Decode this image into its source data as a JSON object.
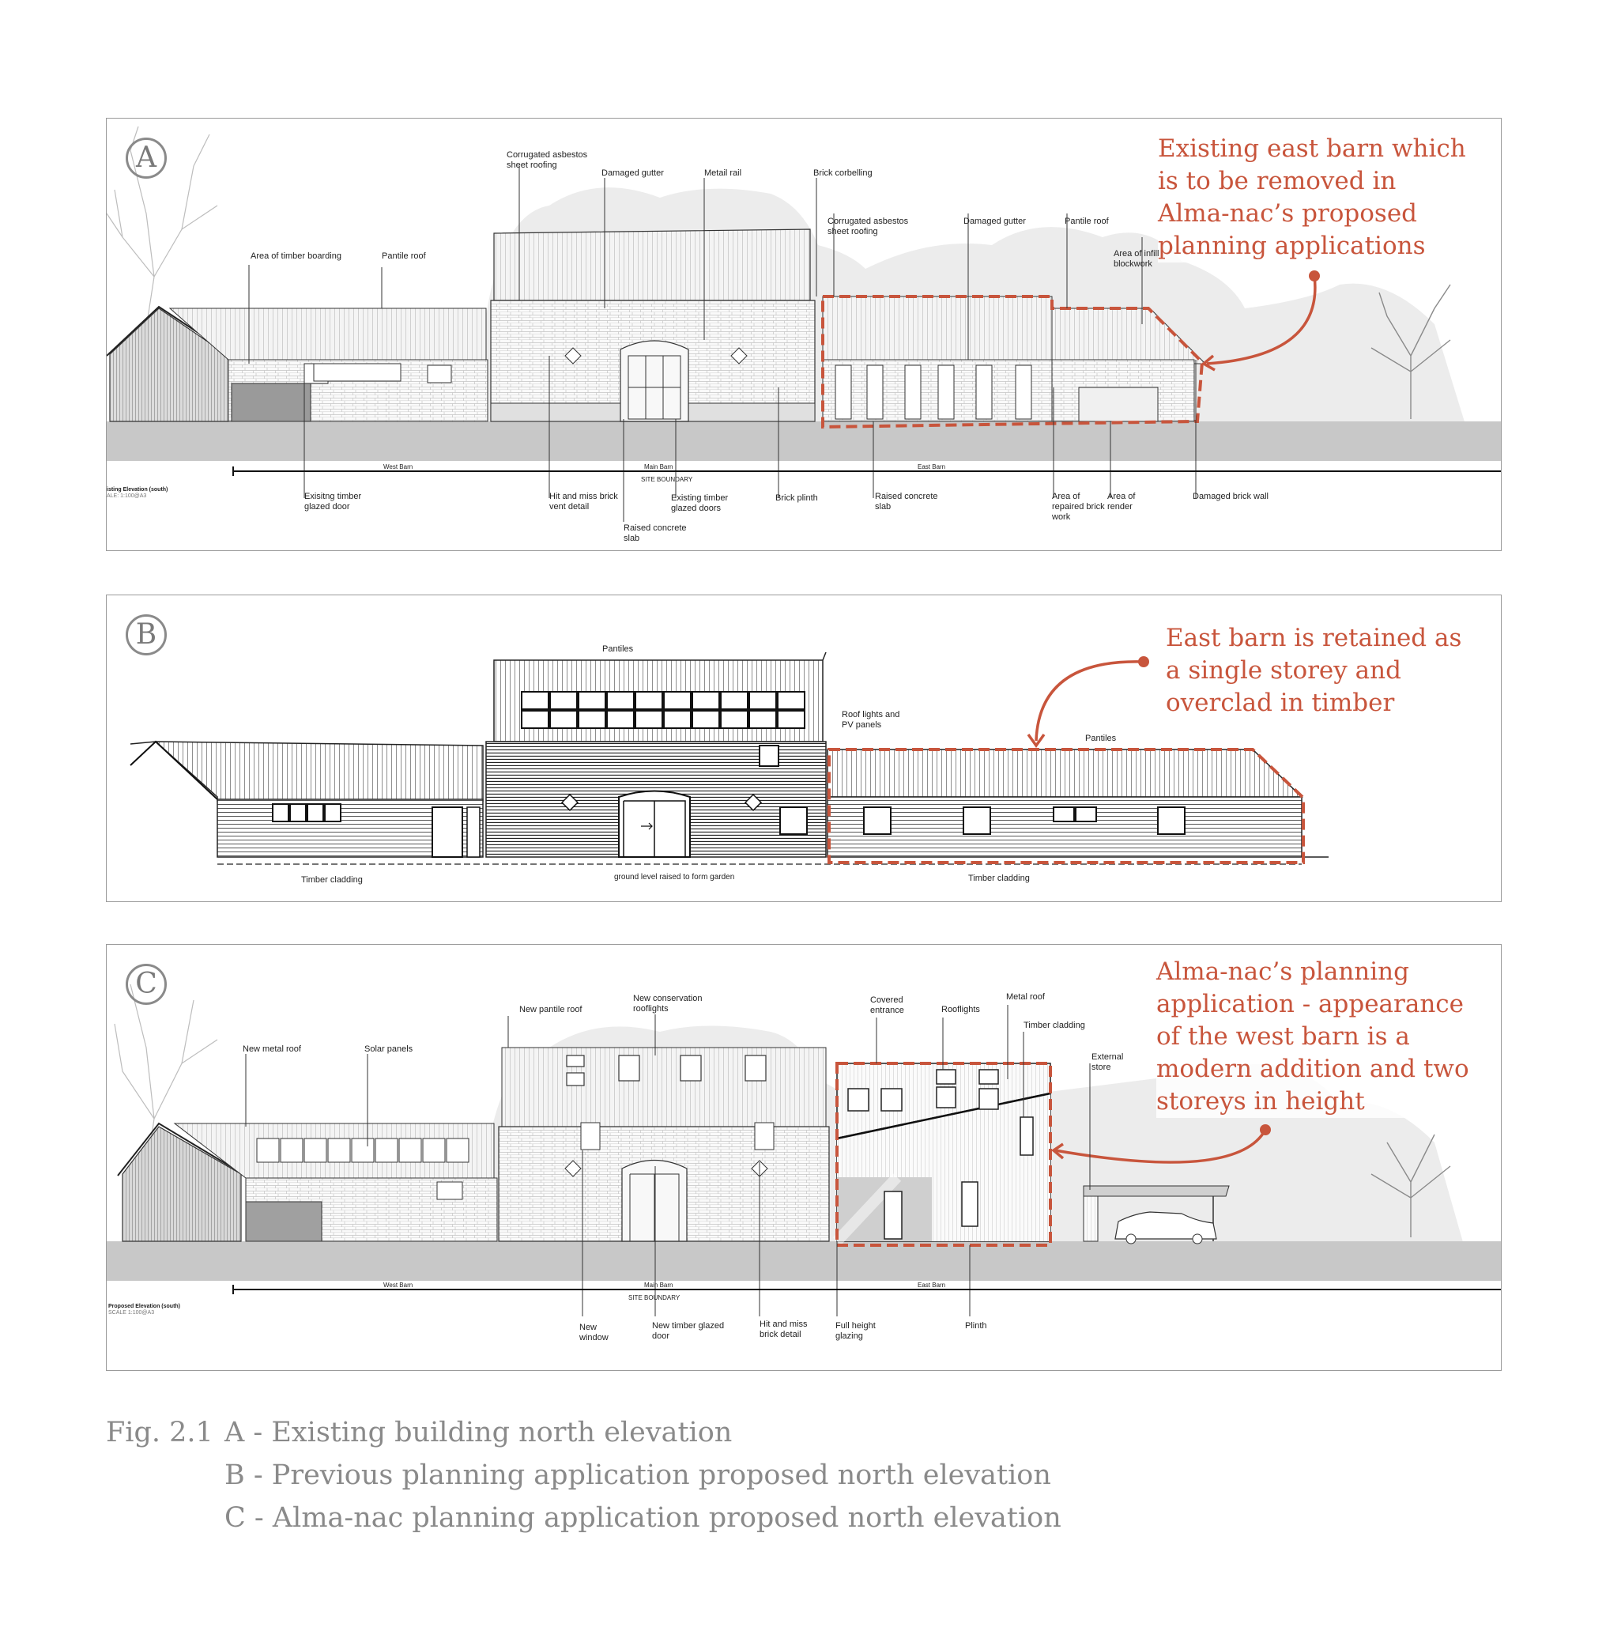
{
  "panel_a": {
    "letter": "A",
    "note": "Existing east barn which is to be removed in Alma-nac’s proposed planning applications",
    "labels": {
      "corrugated_1": "Corrugated asbestos sheet roofing",
      "damaged_gutter_1": "Damaged gutter",
      "metal_rail": "Metail rail",
      "brick_corbelling": "Brick corbelling",
      "corrugated_2": "Corrugated asbestos sheet roofing",
      "damaged_gutter_2": "Damaged gutter",
      "pantile_roof_2": "Pantile roof",
      "infill_blockwork": "Area of infill blockwork",
      "timber_boarding": "Area of timber boarding",
      "pantile_roof_1": "Pantile roof",
      "west_barn": "West Barn",
      "main_barn": "Main Barn",
      "east_barn": "East Barn",
      "site_boundary": "SITE BOUNDARY",
      "elevation_title": "isting Elevation (south)",
      "elevation_scale": "ALE: 1:100@A3",
      "timber_glazed_door": "Exisitng timber glazed door",
      "hit_miss": "Hit and miss brick vent detail",
      "existing_timber_doors": "Existing timber glazed doors",
      "raised_slab_1": "Raised concrete slab",
      "brick_plinth": "Brick plinth",
      "raised_slab_2": "Raised concrete slab",
      "repaired_brick": "Area of repaired brick work",
      "render": "Area of render",
      "damaged_wall": "Damaged brick wall"
    }
  },
  "panel_b": {
    "letter": "B",
    "note": "East barn is retained as a single storey and overclad in timber",
    "labels": {
      "pantiles_1": "Pantiles",
      "roof_lights": "Roof lights and PV panels",
      "pantiles_2": "Pantiles",
      "timber_cladding_1": "Timber cladding",
      "ground_level": "ground level raised to form garden",
      "timber_cladding_2": "Timber cladding"
    }
  },
  "panel_c": {
    "letter": "C",
    "note": "Alma-nac’s planning application - appearance of the west barn is a modern addition and two storeys in height",
    "labels": {
      "new_metal_roof": "New metal roof",
      "solar_panels": "Solar panels",
      "new_pantile_roof": "New pantile roof",
      "conservation_rooflights": "New conservation rooflights",
      "covered_entrance": "Covered entrance",
      "rooflights": "Rooflights",
      "metal_roof": "Metal roof",
      "timber_cladding": "Timber cladding",
      "external_store": "External store",
      "west_barn": "West Barn",
      "main_barn": "Main Barn",
      "east_barn": "East Barn",
      "site_boundary": "SITE BOUNDARY",
      "elevation_title": "Proposed Elevation (south)",
      "elevation_scale": "SCALE 1:100@A3",
      "new_window": "New window",
      "new_timber_door": "New timber glazed door",
      "hit_miss": "Hit and miss brick detail",
      "full_height": "Full height glazing",
      "plinth": "Plinth"
    }
  },
  "caption": {
    "fig": "Fig. 2.1",
    "line_a": "A - Existing building north elevation",
    "line_b": "B - Previous planning application proposed north elevation",
    "line_c": "C - Alma-nac planning application proposed north elevation"
  },
  "colors": {
    "accent": "#c8553c",
    "ground": "#c8c8c8",
    "line": "#333333",
    "frame": "#9a9a9a"
  }
}
